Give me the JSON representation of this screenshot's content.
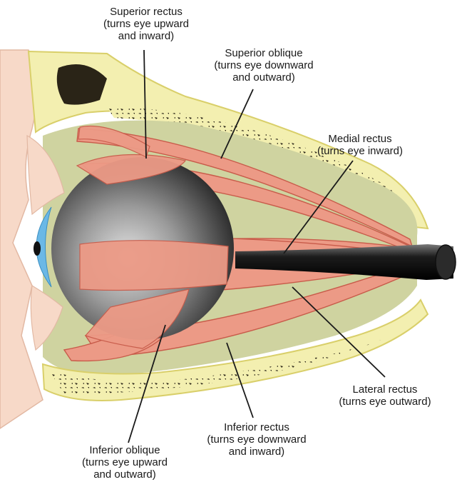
{
  "labels": {
    "superior_rectus": {
      "name": "Superior rectus",
      "note_1": "(turns eye upward",
      "note_2": "and inward)"
    },
    "superior_oblique": {
      "name": "Superior oblique",
      "note_1": "(turns eye downward",
      "note_2": "and outward)"
    },
    "medial_rectus": {
      "name": "Medial rectus",
      "note_1": "(turns eye inward)"
    },
    "lateral_rectus": {
      "name": "Lateral rectus",
      "note_1": "(turns eye outward)"
    },
    "inferior_rectus": {
      "name": "Inferior rectus",
      "note_1": "(turns eye downward",
      "note_2": "and inward)"
    },
    "inferior_oblique": {
      "name": "Inferior oblique",
      "note_1": "(turns eye upward",
      "note_2": "and outward)"
    }
  },
  "colors": {
    "bone": "#f3efb0",
    "bone_outline": "#d9cf6a",
    "marrow_speckle": "#2a2417",
    "orbit_fat": "#cfd3a0",
    "skin": "#f7d9c8",
    "muscle": "#ec9a86",
    "muscle_dark": "#c85b4a",
    "eyeball_dark": "#2b2b2b",
    "eyeball_light": "#d8d8d8",
    "cornea": "#6bb8e6",
    "optic_nerve": "#1c1c1c",
    "leader_line": "#1a1a1a"
  }
}
